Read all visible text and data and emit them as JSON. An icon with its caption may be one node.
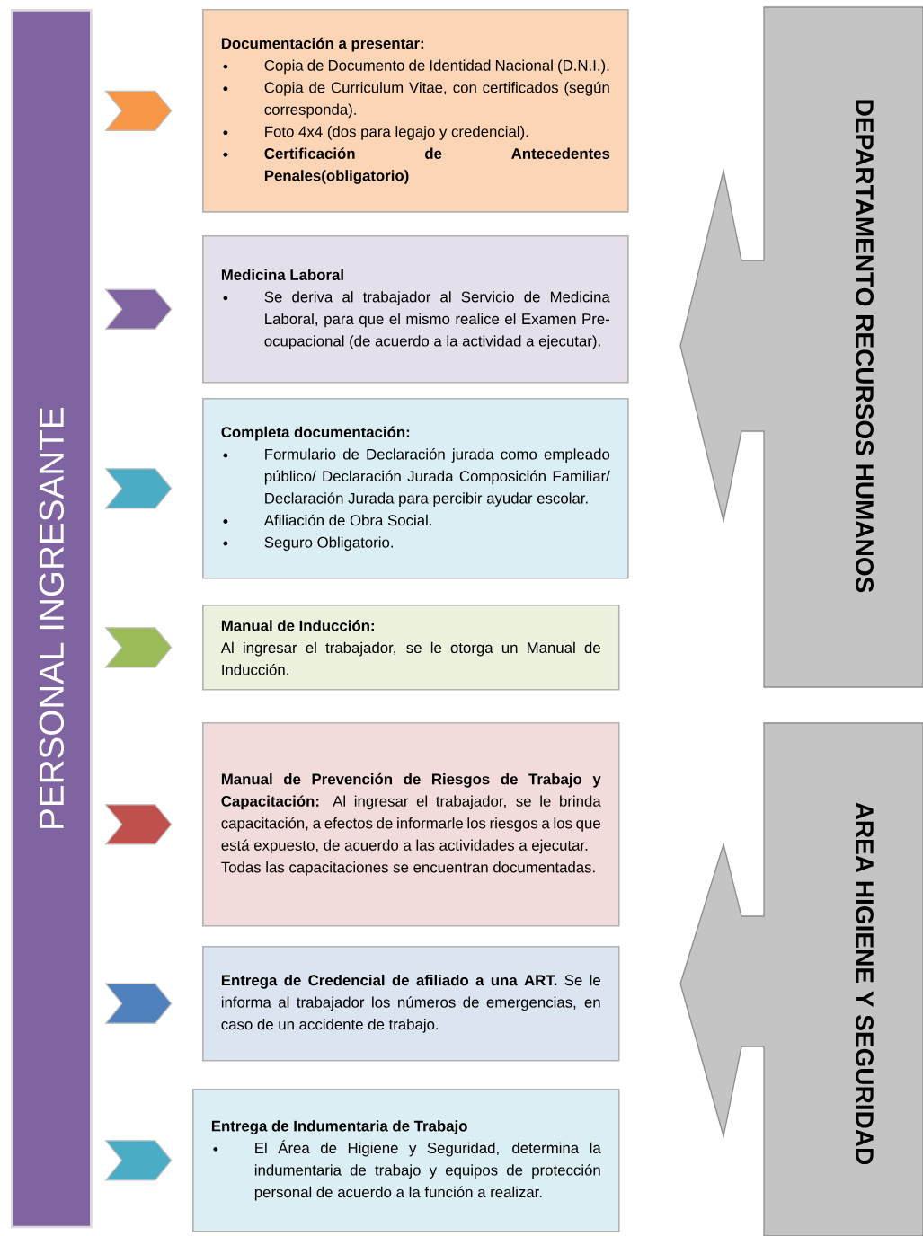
{
  "diagram": {
    "nodes": [
      {
        "text": [
          "PERSONAL INGRESANTE"
        ]
      },
      {
        "text": [
          "Documentación a presentar:",
          "Copia de Documento de Identidad Nacional (D.N.I.).",
          "Copia de Curriculum Vitae, con certificados (según corresponda).",
          "Foto 4x4 (dos para legajo y credencial).",
          "**Certificación de Antecedentes Penales(obligatorio)**"
        ]
      },
      {
        "text": [
          "Medicina Laboral",
          "Se deriva al trabajador al Servicio de Medicina Laboral, para que el mismo realice el Examen Pre- ocupacional (de acuerdo a la actividad a ejecutar)."
        ]
      },
      {
        "text": [
          "Completa documentación:",
          "Formulario de Declaración jurada como empleado público/ Declaración Jurada Composición Familiar/ Declaración Jurada para percibir ayudar escolar.",
          "Afiliación de Obra Social.",
          "Seguro Obligatorio."
        ]
      },
      {
        "text": [
          "Manual de Inducción:",
          "Al ingresar el trabajador, se le otorga un Manual de Inducción."
        ]
      },
      {
        "text": [
          "**Manual de Prevención de Riesgos de Trabajo y Capacitación:** Al ingresar el trabajador, se le brinda capacitación, a efectos de informarle los riesgos a los que está expuesto, de acuerdo a las actividades a ejecutar.",
          "Todas las capacitaciones se encuentran documentadas."
        ]
      },
      {
        "text": [
          "**Entrega de Credencial de afiliado a una ART.** Se le informa al trabajador los números de emergencias, en caso de un accidente de trabajo."
        ]
      },
      {
        "text": [
          "Entrega de Indumentaria de Trabajo",
          "El Área de Higiene y Seguridad, determina la indumentaria de trabajo y equipos de protección personal de acuerdo a la función a realizar."
        ]
      },
      {
        "text": [
          "DEPARTAMENTO RECURSOS HUMANOS"
        ]
      },
      {
        "text": [
          "AREA HIGIENE Y SEGURIDAD"
        ]
      }
    ],
    "edges": [
      {
        "from": 0,
        "to": 1,
        "arrow": "to",
        "color": "#f79646"
      },
      {
        "from": 0,
        "to": 2,
        "arrow": "to",
        "color": "#8064a2"
      },
      {
        "from": 0,
        "to": 3,
        "arrow": "to",
        "color": "#4bacc6"
      },
      {
        "from": 0,
        "to": 4,
        "arrow": "to",
        "color": "#9bbb59"
      },
      {
        "from": 0,
        "to": 5,
        "arrow": "to",
        "color": "#c0504d"
      },
      {
        "from": 0,
        "to": 6,
        "arrow": "to",
        "color": "#4f81bd"
      },
      {
        "from": 0,
        "to": 7,
        "arrow": "to",
        "color": "#4bacc6"
      }
    ]
  }
}
